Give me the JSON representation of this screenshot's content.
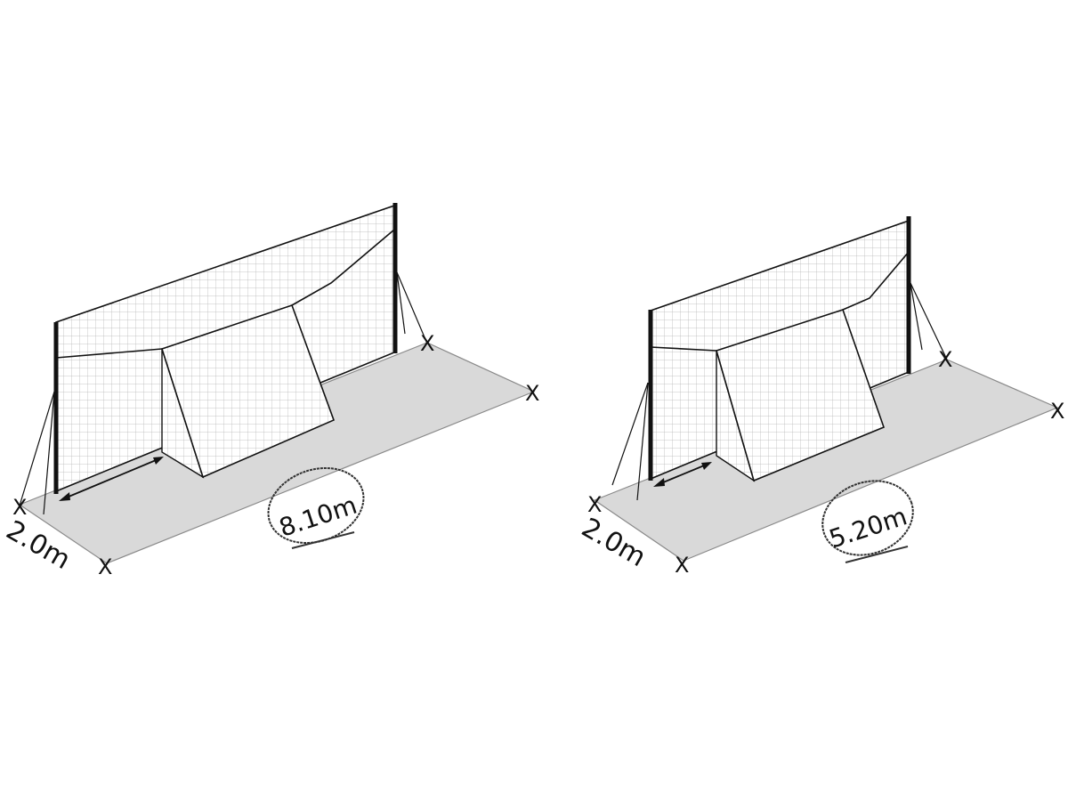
{
  "diagram": {
    "left": {
      "length_label": "8.10m",
      "width_label": "2.0m"
    },
    "right": {
      "length_label": "5.20m",
      "width_label": "2.0m"
    },
    "colors": {
      "ground": "#d9d9d9",
      "ground_edge": "#8a8a8a",
      "line": "#111111",
      "mesh": "#b0b0b0"
    }
  }
}
